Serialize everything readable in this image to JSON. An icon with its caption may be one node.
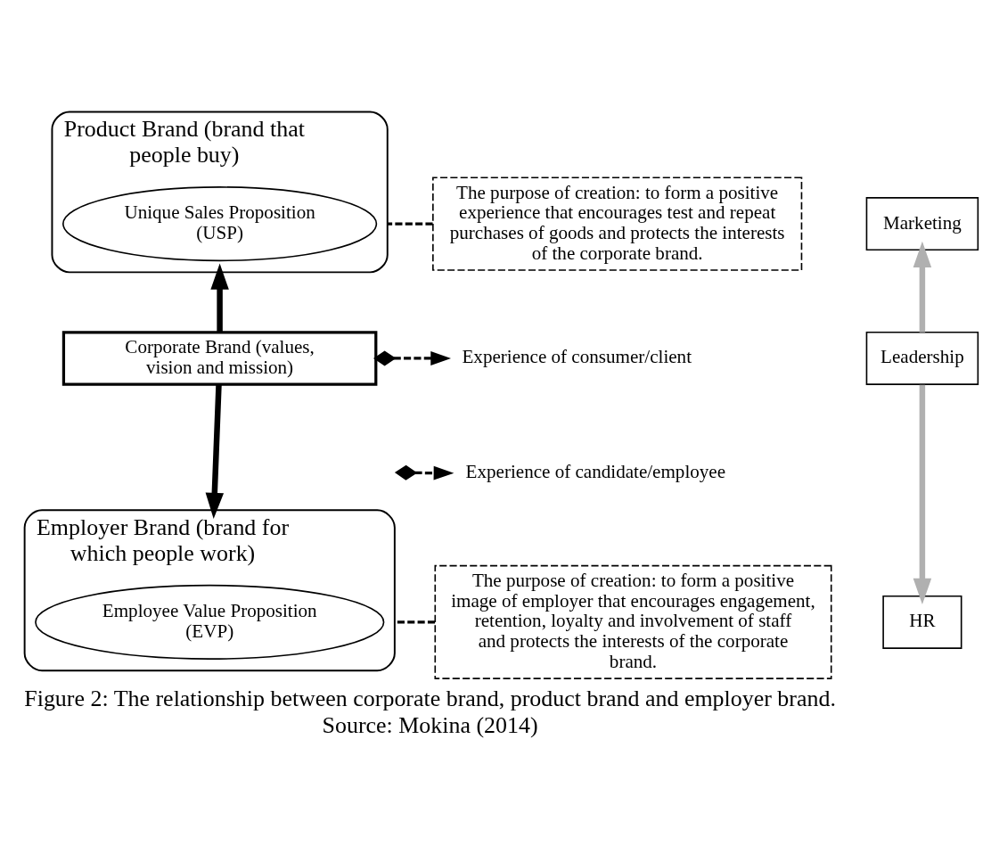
{
  "diagram": {
    "caption": "Figure 2: The relationship between corporate brand, product brand and employer brand. Source: Mokina (2014)",
    "nodes": [
      {
        "text": [
          "Product Brand (brand that people buy)"
        ]
      },
      {
        "text": [
          "Unique Sales Proposition (USP)"
        ],
        "in": 0
      },
      {
        "text": [
          "The purpose of creation: to form a positive experience that encourages test and repeat purchases of goods and protects the interests of the corporate brand."
        ]
      },
      {
        "text": [
          "Marketing"
        ]
      },
      {
        "text": [
          "Corporate Brand (values, vision and mission)"
        ]
      },
      {
        "text": [
          "Experience of consumer/client"
        ]
      },
      {
        "text": [
          "Experience of candidate/employee"
        ]
      },
      {
        "text": [
          "Employer Brand (brand for which people work)"
        ]
      },
      {
        "text": [
          "Employee Value Proposition (EVP)"
        ],
        "in": 7
      },
      {
        "text": [
          "The purpose of creation: to form a positive image of employer that encourages engagement, retention, loyalty and involvement of staff and protects the interests of the corporate brand."
        ]
      },
      {
        "text": [
          "HR"
        ]
      },
      {
        "text": [
          "Leadership"
        ]
      }
    ],
    "edges": [
      {
        "from": 4,
        "to": 0,
        "arrow": "to",
        "style": "thick"
      },
      {
        "from": 4,
        "to": 7,
        "arrow": "to",
        "style": "thick"
      },
      {
        "from": 4,
        "to": 5,
        "arrow": "to",
        "style": "dashed"
      },
      {
        "from": null,
        "to": 6,
        "arrow": "to",
        "style": "dashed"
      },
      {
        "from": 2,
        "to": 0,
        "arrow": "none",
        "style": "dashed"
      },
      {
        "from": 9,
        "to": 7,
        "arrow": "none",
        "style": "dashed"
      },
      {
        "from": 11,
        "to": 3,
        "arrow": "to",
        "style": "thick",
        "color": "#b0b0b0"
      },
      {
        "from": 11,
        "to": 10,
        "arrow": "to",
        "style": "thick",
        "color": "#b0b0b0"
      }
    ]
  }
}
